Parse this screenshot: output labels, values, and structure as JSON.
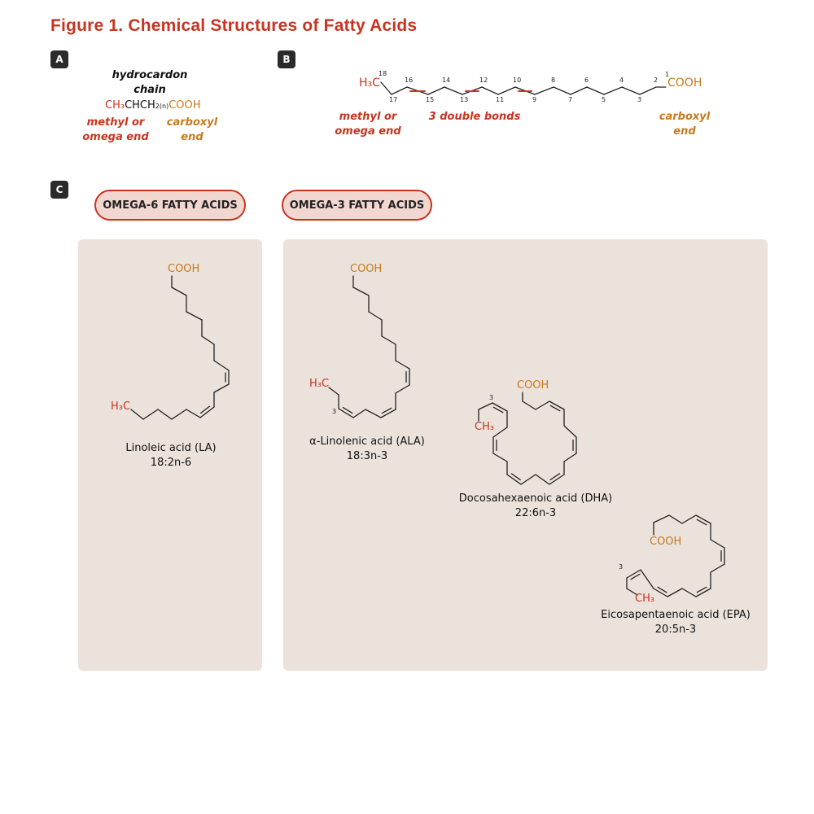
{
  "title": "Figure 1. Chemical Structures of Fatty Acids",
  "panels": {
    "a": "A",
    "b": "B",
    "c": "C"
  },
  "panel_a": {
    "hydrocarbon_label_1": "hydrocardon",
    "hydrocarbon_label_2": "chain",
    "ch3": "CH₃",
    "chch": "CHCH",
    "sub": "2(n)",
    "cooh": "COOH",
    "methyl_1": "methyl or",
    "methyl_2": "omega end",
    "carboxyl_1": "carboxyl",
    "carboxyl_2": "end"
  },
  "panel_b": {
    "h3c": "H₃C",
    "cooh": "COOH",
    "carbon_numbers": [
      "18",
      "17",
      "16",
      "15",
      "14",
      "13",
      "12",
      "11",
      "10",
      "9",
      "8",
      "7",
      "6",
      "5",
      "4",
      "3",
      "2",
      "1"
    ],
    "methyl_1": "methyl or",
    "methyl_2": "omega end",
    "double_bonds": "3 double bonds",
    "carboxyl_1": "carboxyl",
    "carboxyl_2": "end"
  },
  "panel_c": {
    "omega6_label": "OMEGA-6 FATTY ACIDS",
    "omega3_label": "OMEGA-3 FATTY ACIDS",
    "molecules": [
      {
        "name": "Linoleic acid (LA)",
        "formula": "18:2n-6",
        "cooh": "COOH",
        "methyl": "H₃C"
      },
      {
        "name": "α-Linolenic acid (ALA)",
        "formula": "18:3n-3",
        "cooh": "COOH",
        "methyl": "H₃C",
        "position": "3"
      },
      {
        "name": "Docosahexaenoic acid (DHA)",
        "formula": "22:6n-3",
        "cooh": "COOH",
        "methyl": "CH₃",
        "position": "3"
      },
      {
        "name": "Eicosapentaenoic acid (EPA)",
        "formula": "20:5n-3",
        "cooh": "COOH",
        "methyl": "CH₃",
        "position": "3"
      }
    ]
  },
  "colors": {
    "accent_red": "#c8341f",
    "carboxyl_orange": "#c87a1e",
    "panel_bg": "#ebe2dc",
    "pill_bg": "#f2d7d1"
  }
}
